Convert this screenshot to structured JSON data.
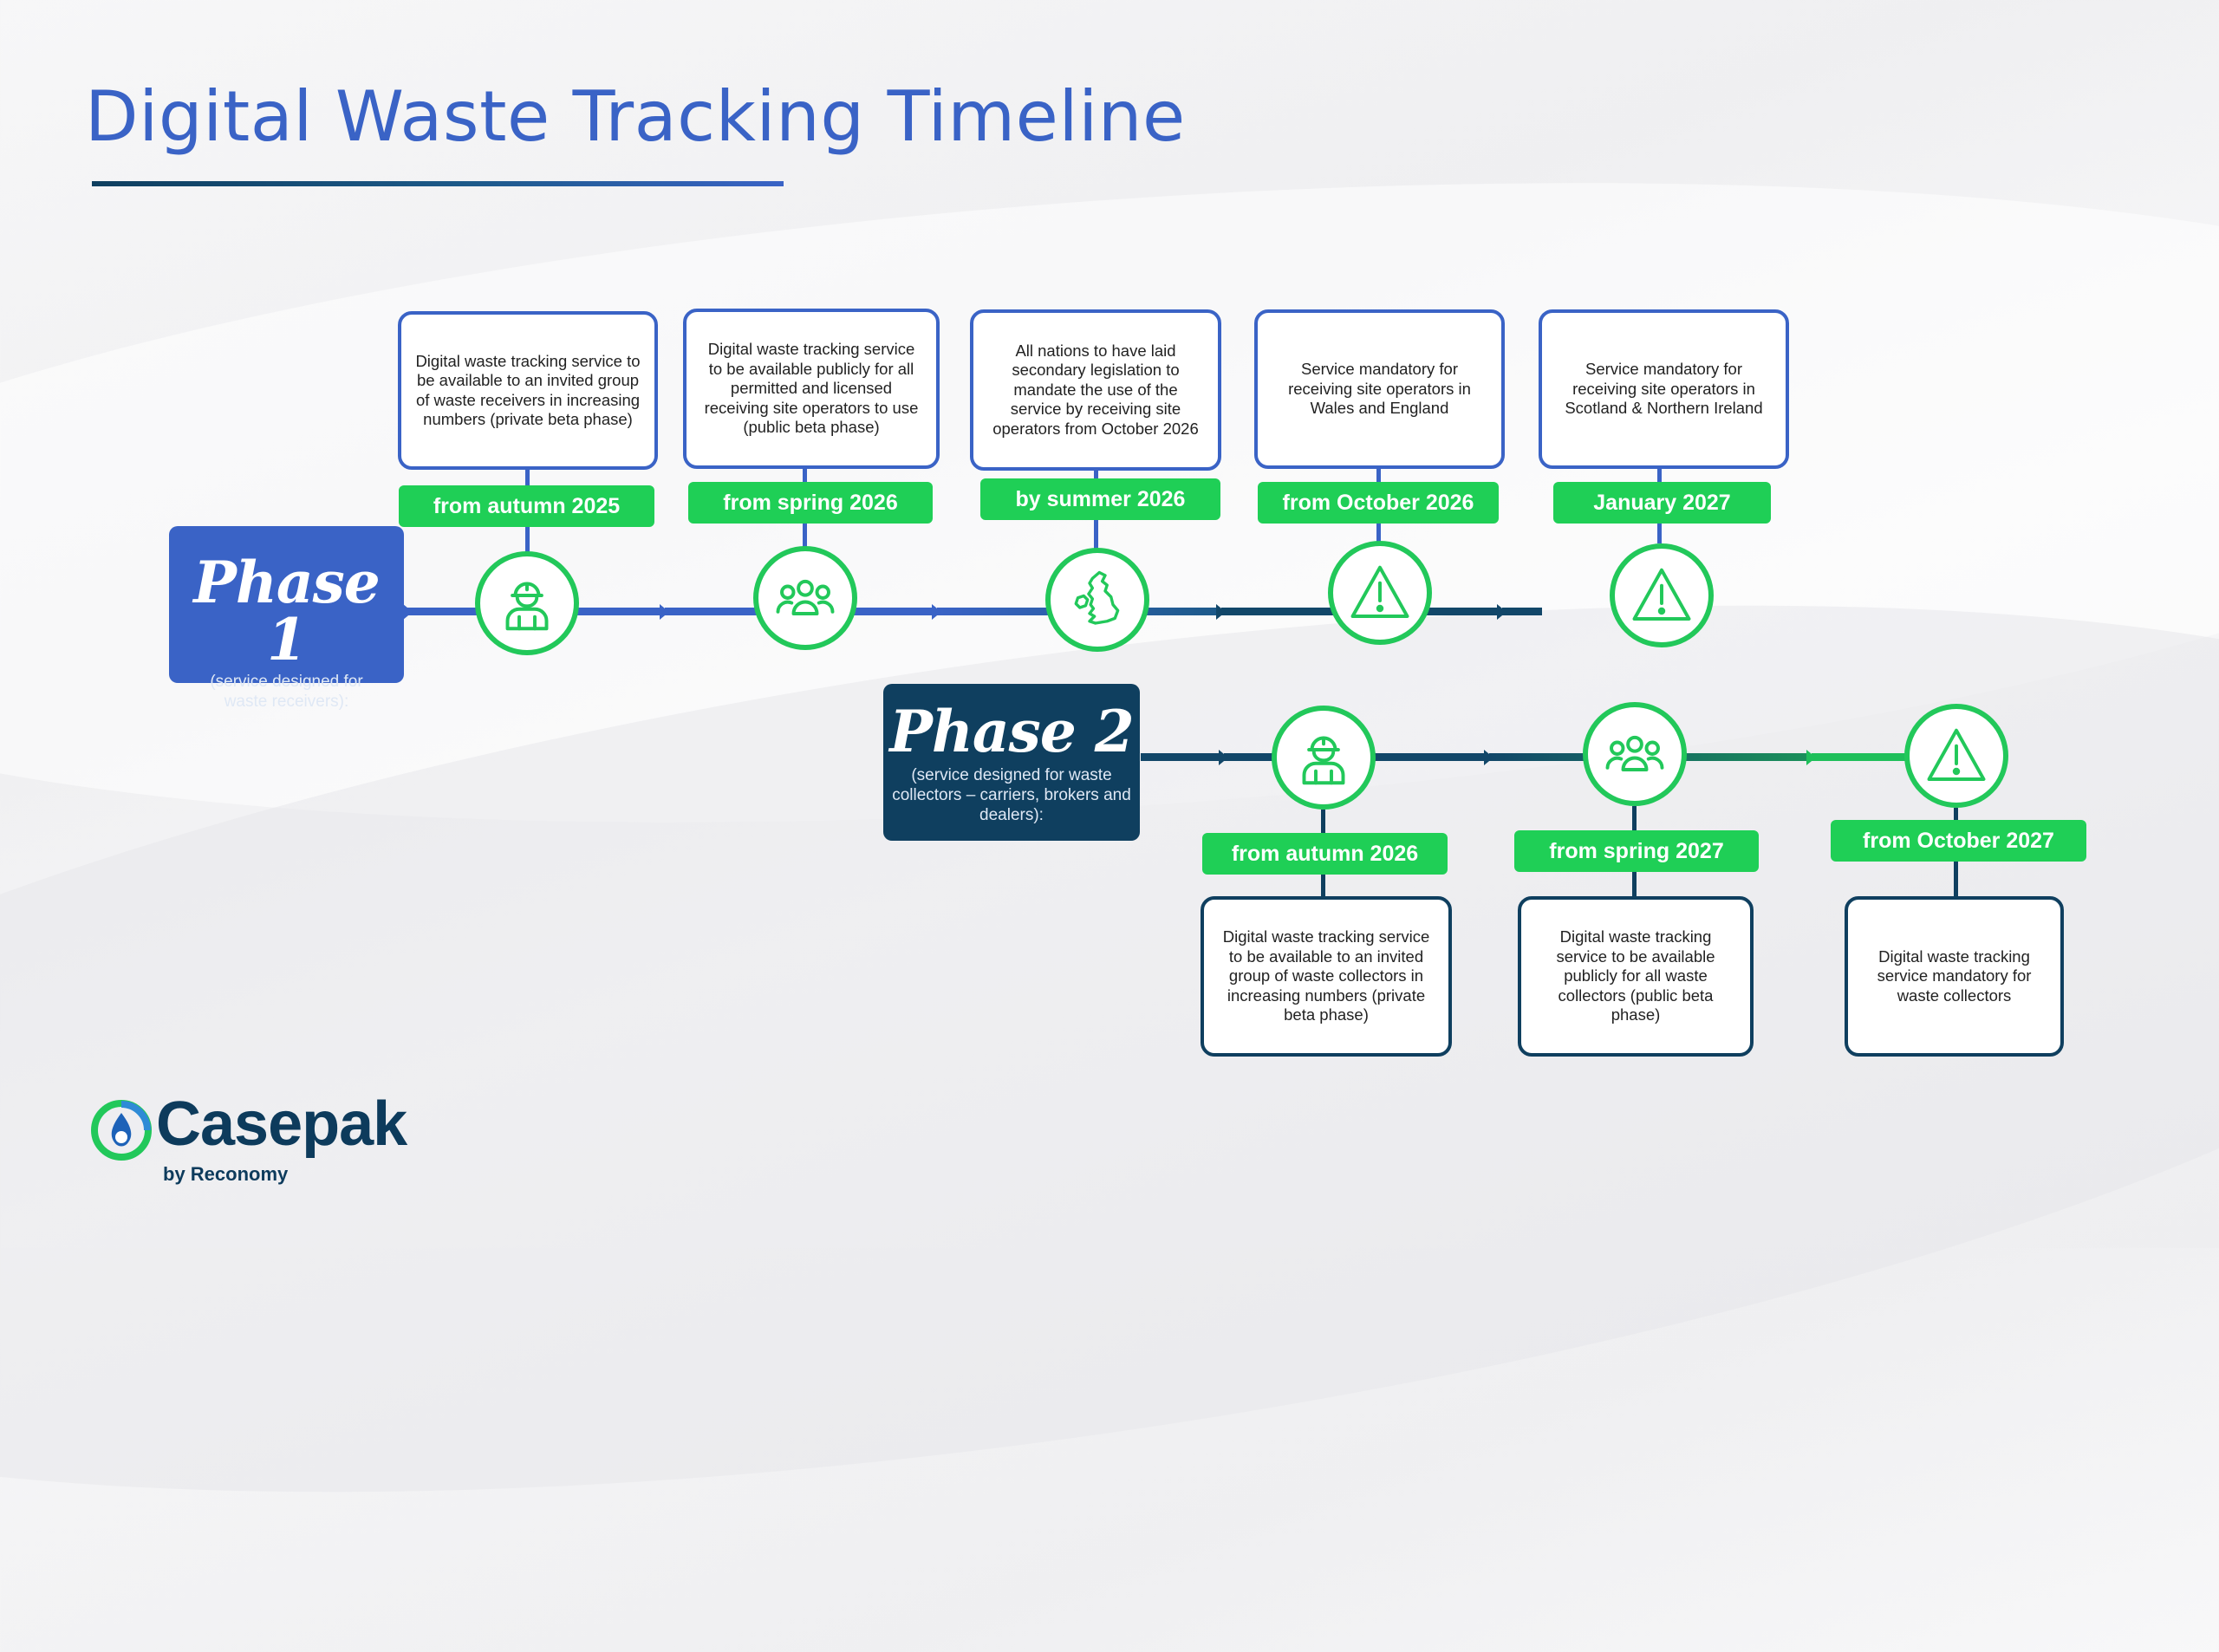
{
  "title": "Digital Waste Tracking Timeline",
  "colors": {
    "title_blue": "#3a63c6",
    "phase1_blue": "#3a63c6",
    "phase2_navy": "#0f3f5f",
    "accent_green": "#1fcf56",
    "circle_green": "#22c85a"
  },
  "phase1": {
    "title": "Phase 1",
    "subtitle": "(service designed for waste receivers):",
    "milestones": [
      {
        "date": "from autumn 2025",
        "icon": "worker-icon",
        "text": "Digital waste tracking service to be available to an invited group of waste receivers in increasing numbers (private beta phase)"
      },
      {
        "date": "from spring 2026",
        "icon": "group-icon",
        "text": "Digital waste tracking service to be available publicly for all permitted and licensed receiving site operators to use (public beta phase)"
      },
      {
        "date": "by summer 2026",
        "icon": "uk-map-icon",
        "text": "All nations to have laid secondary legislation to mandate the use of the service by receiving site operators from October 2026"
      },
      {
        "date": "from October 2026",
        "icon": "warning-icon",
        "text": "Service mandatory for receiving site operators in Wales and England"
      },
      {
        "date": "January 2027",
        "icon": "warning-icon",
        "text": "Service mandatory for receiving site operators in Scotland  & Northern Ireland"
      }
    ]
  },
  "phase2": {
    "title": "Phase 2",
    "subtitle": "(service designed for waste collectors – carriers, brokers and dealers):",
    "milestones": [
      {
        "date": "from autumn 2026",
        "icon": "worker-icon",
        "text": "Digital waste tracking service to be available to an invited group of waste collectors in increasing numbers (private beta phase)"
      },
      {
        "date": "from spring 2027",
        "icon": "group-icon",
        "text": "Digital waste tracking service to be available publicly for all waste collectors (public beta phase)"
      },
      {
        "date": "from October 2027",
        "icon": "warning-icon",
        "text": "Digital waste tracking service mandatory for waste collectors"
      }
    ]
  },
  "logo": {
    "brand": "Casepak",
    "byline": "by Reconomy",
    "icon": "casepak-logo-icon"
  }
}
